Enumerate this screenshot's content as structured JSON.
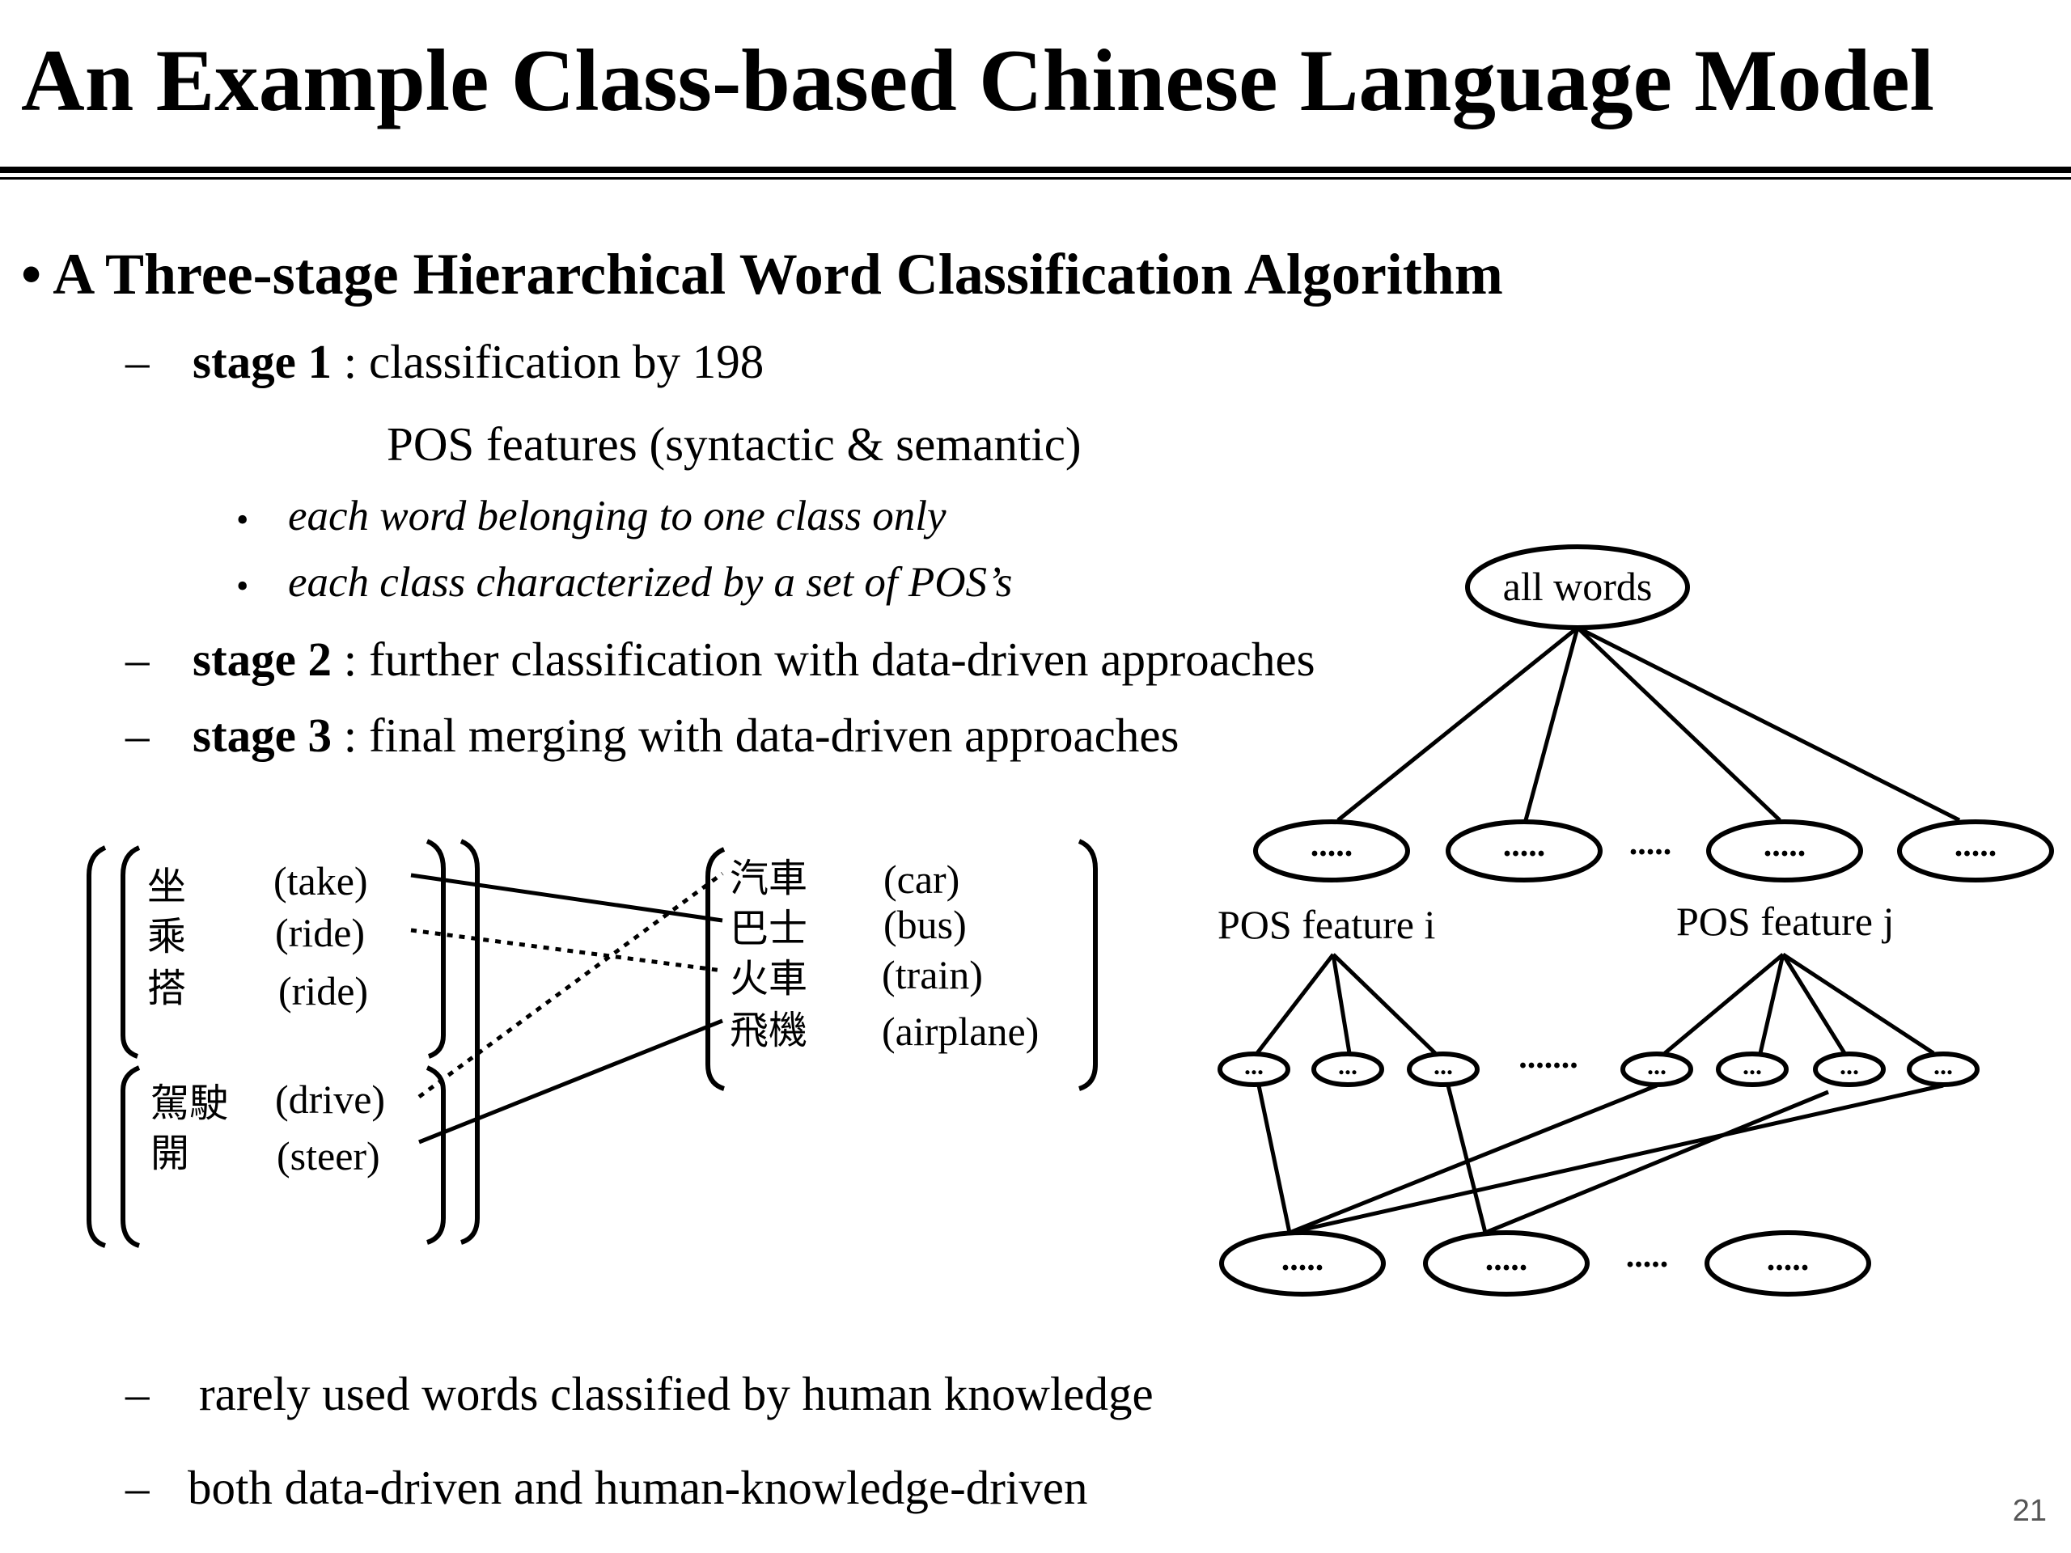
{
  "slide": {
    "title": "An Example Class-based Chinese Language Model",
    "main_bullet": "A Three-stage Hierarchical Word Classification Algorithm",
    "bullet_symbol": "•",
    "dash_symbol": "–",
    "stage1_label": "stage 1",
    "stage1_text": ": classification by 198",
    "stage1_cont": "POS features  (syntactic & semantic)",
    "sub_bullets": [
      "each word belonging to one class only",
      "each class characterized by a set of POS’s"
    ],
    "stage2_label": "stage 2",
    "stage2_text": ": further classification with data-driven approaches",
    "stage3_label": "stage 3",
    "stage3_text": ": final merging with data-driven approaches",
    "bottom_points": [
      "rarely used words classified by human knowledge",
      "both data-driven and human-knowledge-driven"
    ],
    "page_number": "21"
  },
  "verbs_diagram": {
    "verbs": [
      {
        "zh": "坐",
        "en": "(take)"
      },
      {
        "zh": "乘",
        "en": "(ride)"
      },
      {
        "zh": "搭",
        "en": "(ride)"
      },
      {
        "zh": "駕駛",
        "en": "(drive)"
      },
      {
        "zh": "開",
        "en": "(steer)"
      }
    ],
    "vehicles": [
      {
        "zh": "汽車",
        "en": "(car)"
      },
      {
        "zh": "巴士",
        "en": "(bus)"
      },
      {
        "zh": "火車",
        "en": "(train)"
      },
      {
        "zh": "飛機",
        "en": "(airplane)"
      }
    ]
  },
  "tree_diagram": {
    "root_label": "all words",
    "node_ellipsis": ".....",
    "small_ellipsis": "...",
    "gap_ellipsis": ".....",
    "wide_gap_ellipsis": ".......",
    "feature_i_label": "POS feature i",
    "feature_j_label": "POS feature j"
  }
}
